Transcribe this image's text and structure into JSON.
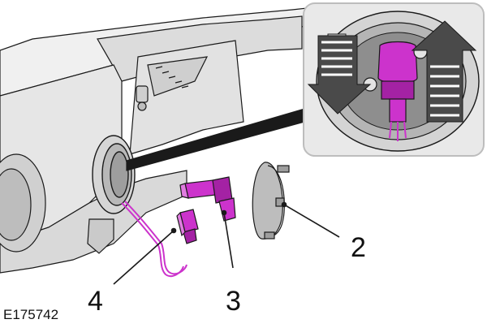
{
  "figure": {
    "reference_code": "E175742",
    "callouts": [
      {
        "id": "2",
        "label": "2"
      },
      {
        "id": "3",
        "label": "3"
      },
      {
        "id": "4",
        "label": "4"
      }
    ],
    "colors": {
      "highlight": "#cc33cc",
      "line": "#1a1a1a",
      "body_fill": "#e8e8e8",
      "shade": "#bdbdbd",
      "arrow_dark": "#4a4a4a"
    },
    "inset": {
      "arrows": [
        "rotate-arrow-left",
        "rotate-arrow-right"
      ]
    }
  }
}
